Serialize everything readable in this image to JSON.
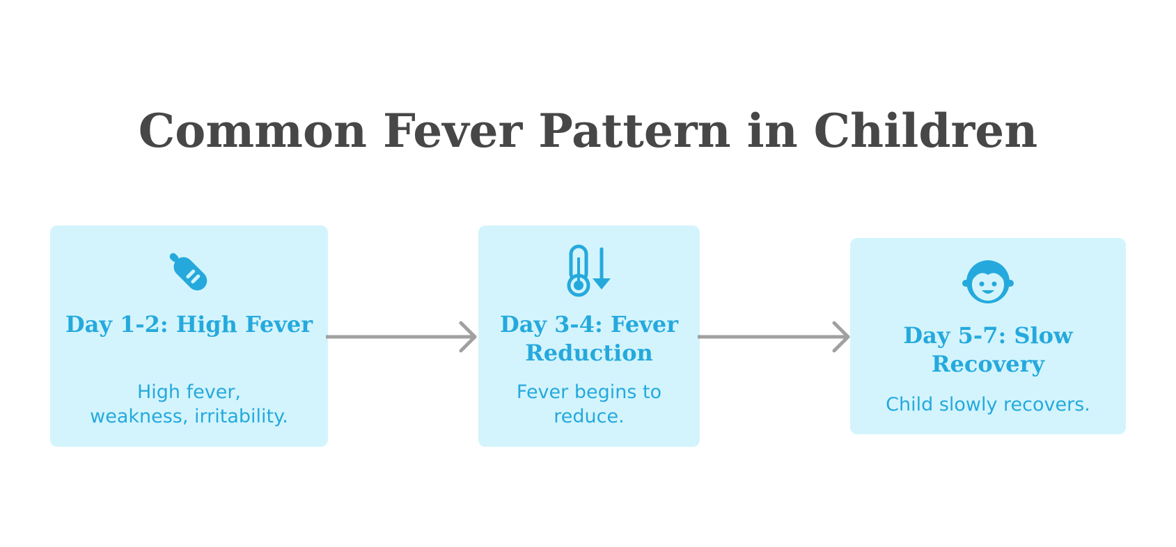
{
  "title": "Common Fever Pattern in Children",
  "colors": {
    "title": "#474747",
    "card_bg": "#d3f4fc",
    "accent": "#25a9dd",
    "arrow": "#a0a0a0"
  },
  "steps": [
    {
      "icon": "thermometer-icon",
      "heading": "Day 1-2: High Fever",
      "description": "High fever, weakness, irritability."
    },
    {
      "icon": "temperature-down-icon",
      "heading": "Day 3-4: Fever Reduction",
      "description": "Fever begins to reduce."
    },
    {
      "icon": "child-face-icon",
      "heading": "Day 5-7: Slow Recovery",
      "description": "Child slowly recovers."
    }
  ]
}
